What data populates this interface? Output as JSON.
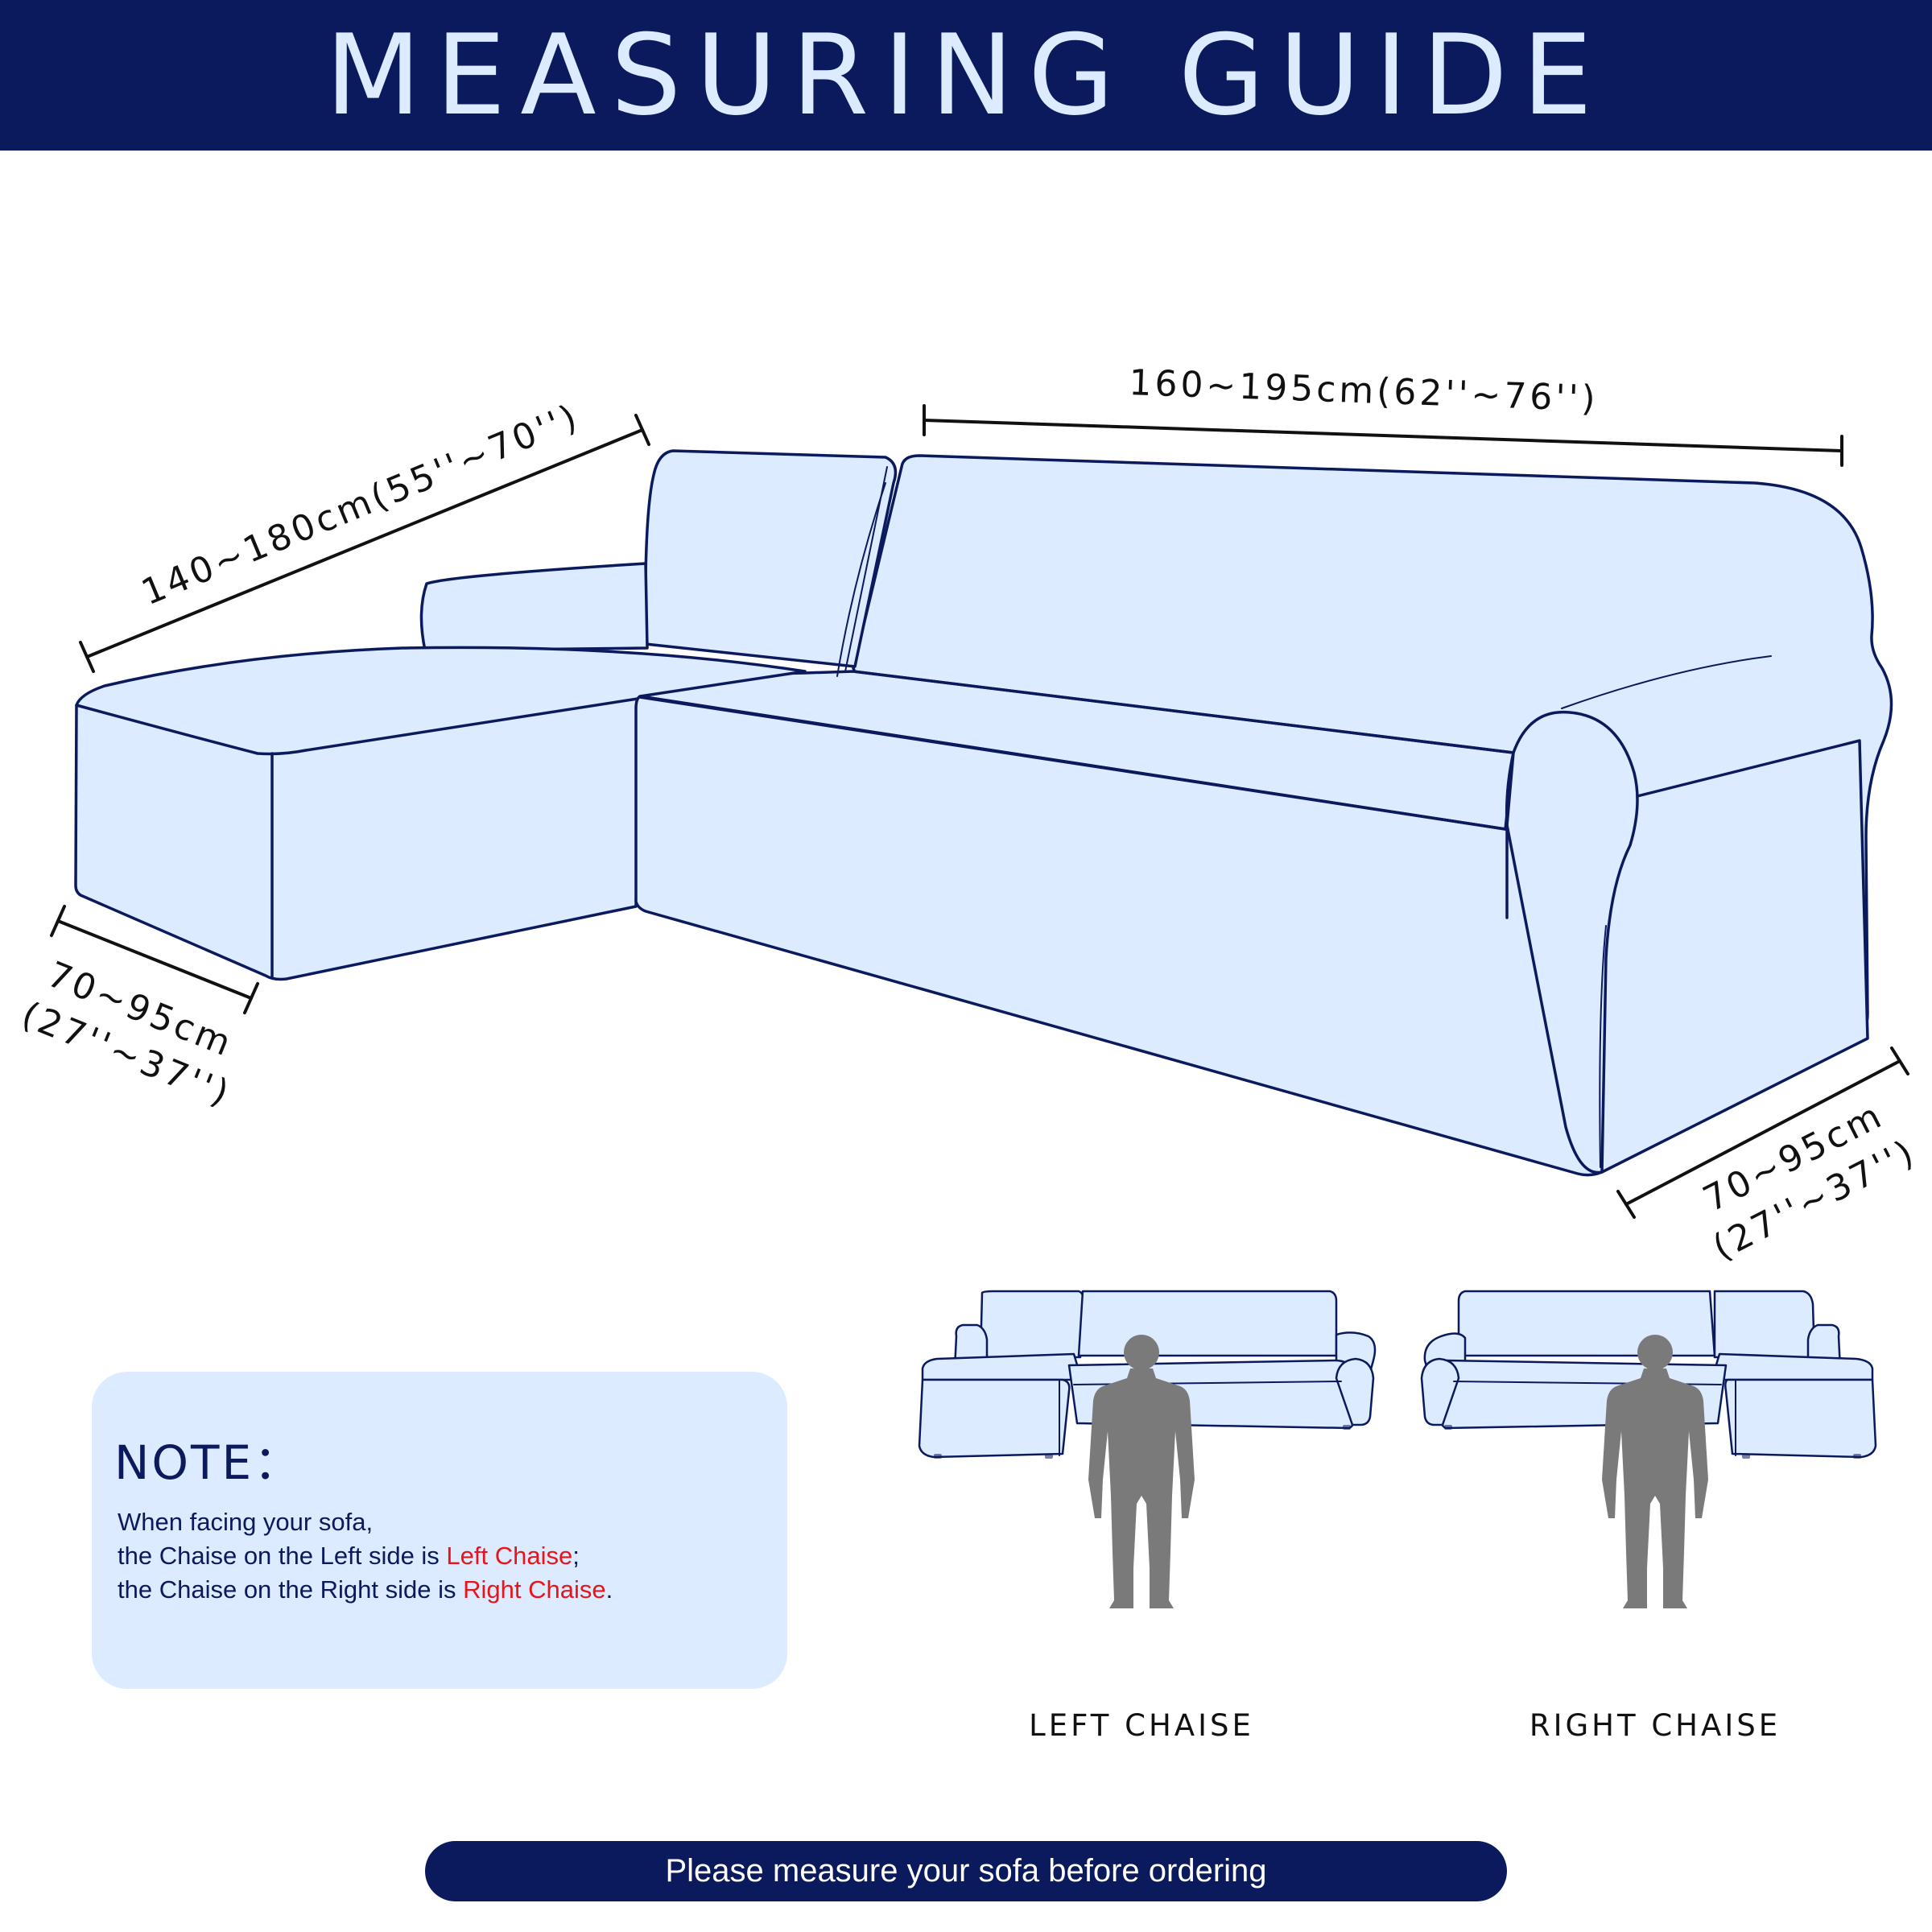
{
  "header": {
    "title": "MEASURING GUIDE"
  },
  "dimensions": {
    "chaise_length": "140~180cm(55''~70'')",
    "sofa_length": "160~195cm(62''~76'')",
    "chaise_depth_cm": "70~95cm",
    "chaise_depth_in": "(27''~37'')",
    "sofa_depth_cm": "70~95cm",
    "sofa_depth_in": "(27''~37'')"
  },
  "note": {
    "title": "NOTE：",
    "line1": "When facing your sofa,",
    "line2_prefix": "the Chaise on the Left side is ",
    "line2_highlight": "Left Chaise",
    "line2_suffix": ";",
    "line3_prefix": "the Chaise on the Right side is ",
    "line3_highlight": "Right Chaise",
    "line3_suffix": "."
  },
  "captions": {
    "left": "LEFT CHAISE",
    "right": "RIGHT CHAISE"
  },
  "footer": {
    "text": "Please measure your sofa before ordering"
  },
  "colors": {
    "navy": "#0b1a5c",
    "sofa_fill": "#dcebff",
    "highlight_red": "#e8141c",
    "person_gray": "#7a7a7a"
  }
}
